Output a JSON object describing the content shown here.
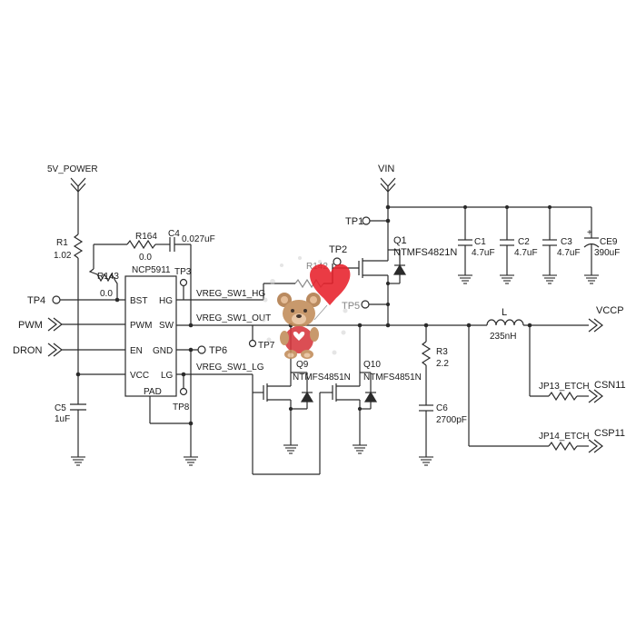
{
  "nets": {
    "power_5v": "5V_POWER",
    "vin": "VIN",
    "vccp": "VCCP",
    "pwm": "PWM",
    "dron": "DRON",
    "csn": "CSN11",
    "csp": "CSP11",
    "vreg_hg": "VREG_SW1_HG",
    "vreg_out": "VREG_SW1_OUT",
    "vreg_lg": "VREG_SW1_LG"
  },
  "driver_ic": {
    "name": "NCP5911",
    "pins_left": [
      "BST",
      "PWM",
      "EN",
      "VCC"
    ],
    "pins_right": [
      "HG",
      "SW",
      "GND",
      "LG"
    ],
    "pin_bottom": "PAD"
  },
  "components": {
    "r1": {
      "ref": "R1",
      "value": "1.02"
    },
    "r164": {
      "ref": "R164",
      "value": "0.0"
    },
    "r143": {
      "ref": "R143",
      "value": "0.0"
    },
    "c4": {
      "ref": "C4",
      "value": "0.027uF"
    },
    "c5": {
      "ref": "C5",
      "value": "1uF"
    },
    "r142": {
      "ref": "R142"
    },
    "r3": {
      "ref": "R3",
      "value": "2.2"
    },
    "c6": {
      "ref": "C6",
      "value": "2700pF"
    },
    "q1": {
      "ref": "Q1",
      "part": "NTMFS4821N"
    },
    "q9": {
      "ref": "Q9",
      "part": "NTMFS4851N"
    },
    "q10": {
      "ref": "Q10",
      "part": "NTMFS4851N"
    },
    "c1": {
      "ref": "C1",
      "value": "4.7uF"
    },
    "c2": {
      "ref": "C2",
      "value": "4.7uF"
    },
    "c3": {
      "ref": "C3",
      "value": "4.7uF"
    },
    "ce9": {
      "ref": "CE9",
      "value": "390uF",
      "polarity": "+"
    },
    "l": {
      "ref": "L",
      "value": "235nH"
    },
    "jp13": {
      "ref": "JP13_ETCH"
    },
    "jp14": {
      "ref": "JP14_ETCH"
    }
  },
  "test_points": [
    "TP1",
    "TP2",
    "TP3",
    "TP4",
    "TP5",
    "TP6",
    "TP7",
    "TP8"
  ],
  "colors": {
    "wire": "#2b2b2b",
    "watermark_heart": "#e8212b"
  },
  "watermark": {
    "type": "teddy-bear-with-heart"
  }
}
